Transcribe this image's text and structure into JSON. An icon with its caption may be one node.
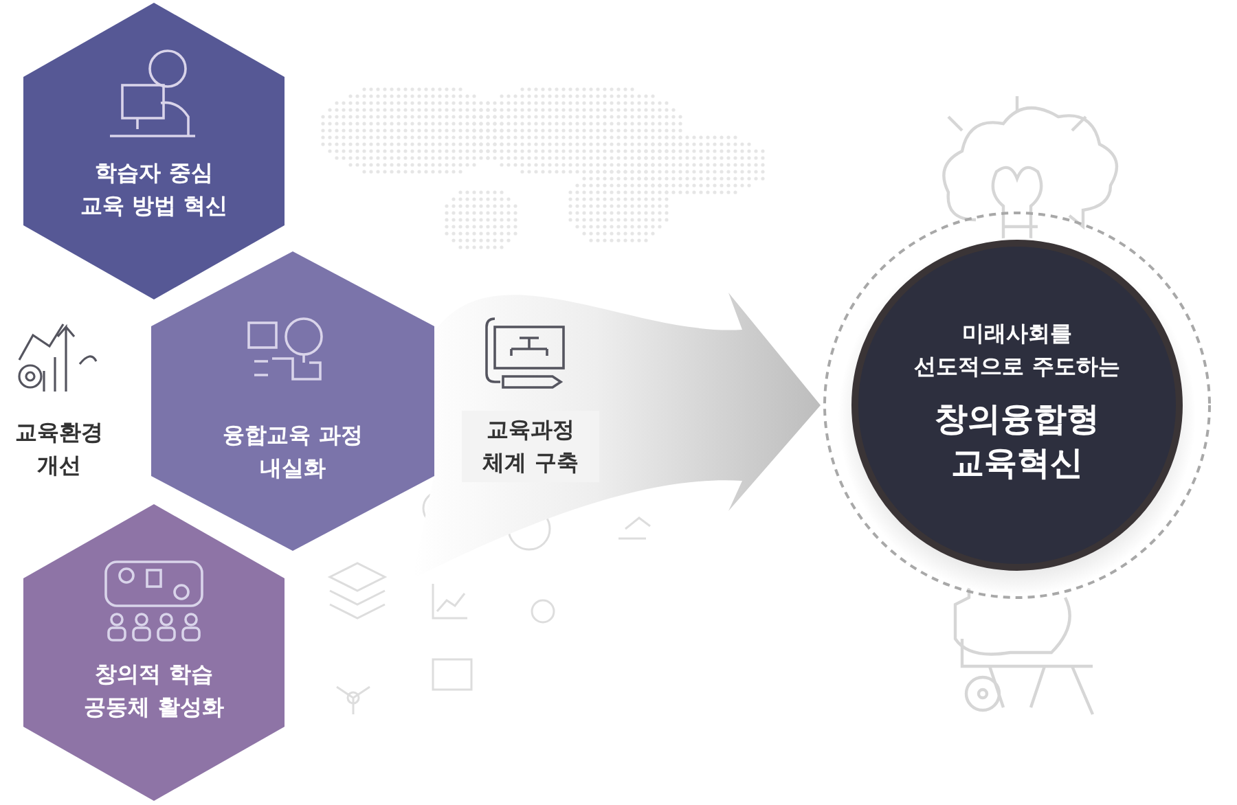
{
  "diagram": {
    "nodes": [
      {
        "text": [
          "학습자 중심 교육 방법 혁신"
        ]
      },
      {
        "text": [
          "융합교육 과정 내실화"
        ]
      },
      {
        "text": [
          "창의적 학습 공동체 활성화"
        ]
      },
      {
        "text": [
          "미래사회를 선도적으로 주도하는",
          "창의융합형 교육혁신"
        ]
      }
    ],
    "edges": [
      {
        "from": 1,
        "to": 3,
        "arrow": "to",
        "label": "교육과정 체계 구축"
      }
    ],
    "labels": [
      "교육환경 개선"
    ]
  }
}
